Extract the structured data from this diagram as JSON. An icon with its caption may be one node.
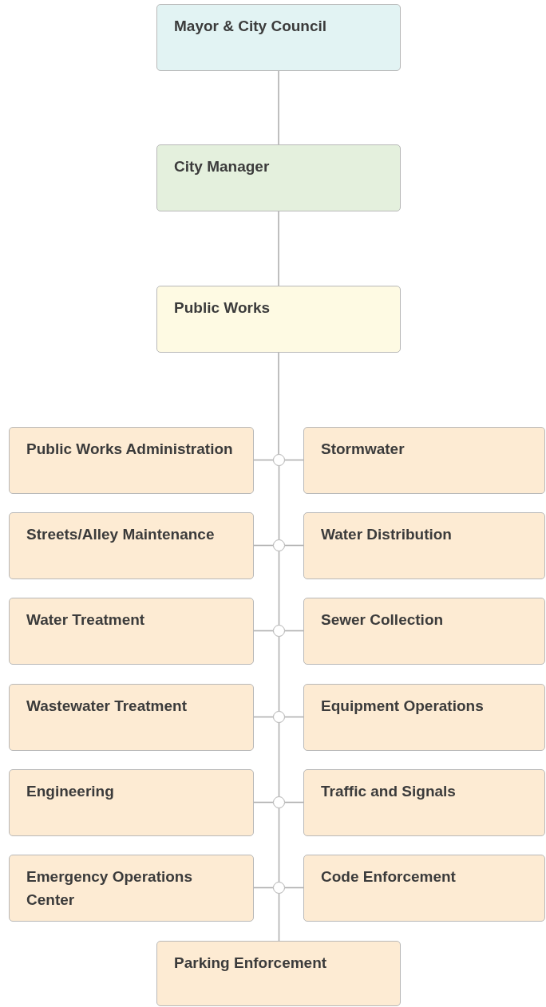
{
  "diagram": {
    "nodes": [
      {
        "text": [
          "Mayor & City Council"
        ]
      },
      {
        "text": [
          "City Manager"
        ]
      },
      {
        "text": [
          "Public Works"
        ]
      },
      {
        "text": [
          "Public Works Administration"
        ]
      },
      {
        "text": [],
        "shape": "circle"
      },
      {
        "text": [
          "Stormwater"
        ]
      },
      {
        "text": [
          "Streets/Alley Maintenance"
        ]
      },
      {
        "text": [],
        "shape": "circle"
      },
      {
        "text": [
          "Water Distribution"
        ]
      },
      {
        "text": [
          "Water Treatment"
        ]
      },
      {
        "text": [],
        "shape": "circle"
      },
      {
        "text": [
          "Sewer Collection"
        ]
      },
      {
        "text": [
          "Wastewater Treatment"
        ]
      },
      {
        "text": [],
        "shape": "circle"
      },
      {
        "text": [
          "Equipment Operations"
        ]
      },
      {
        "text": [
          "Engineering"
        ]
      },
      {
        "text": [],
        "shape": "circle"
      },
      {
        "text": [
          "Traffic and Signals"
        ]
      },
      {
        "text": [
          "Emergency Operations Center"
        ]
      },
      {
        "text": [],
        "shape": "circle"
      },
      {
        "text": [
          "Code Enforcement"
        ]
      },
      {
        "text": [
          "Parking Enforcement"
        ]
      }
    ],
    "edges": [
      {
        "from": 0,
        "to": 1,
        "arrow": "none"
      },
      {
        "from": 1,
        "to": 2,
        "arrow": "none"
      },
      {
        "from": 2,
        "to": 4,
        "arrow": "none"
      },
      {
        "from": 4,
        "to": 3,
        "arrow": "none"
      },
      {
        "from": 4,
        "to": 5,
        "arrow": "none"
      },
      {
        "from": 4,
        "to": 7,
        "arrow": "none"
      },
      {
        "from": 7,
        "to": 6,
        "arrow": "none"
      },
      {
        "from": 7,
        "to": 8,
        "arrow": "none"
      },
      {
        "from": 7,
        "to": 10,
        "arrow": "none"
      },
      {
        "from": 10,
        "to": 9,
        "arrow": "none"
      },
      {
        "from": 10,
        "to": 11,
        "arrow": "none"
      },
      {
        "from": 10,
        "to": 13,
        "arrow": "none"
      },
      {
        "from": 13,
        "to": 12,
        "arrow": "none"
      },
      {
        "from": 13,
        "to": 14,
        "arrow": "none"
      },
      {
        "from": 13,
        "to": 16,
        "arrow": "none"
      },
      {
        "from": 16,
        "to": 15,
        "arrow": "none"
      },
      {
        "from": 16,
        "to": 17,
        "arrow": "none"
      },
      {
        "from": 16,
        "to": 19,
        "arrow": "none"
      },
      {
        "from": 19,
        "to": 18,
        "arrow": "none"
      },
      {
        "from": 19,
        "to": 20,
        "arrow": "none"
      },
      {
        "from": 19,
        "to": 21,
        "arrow": "none"
      }
    ]
  }
}
